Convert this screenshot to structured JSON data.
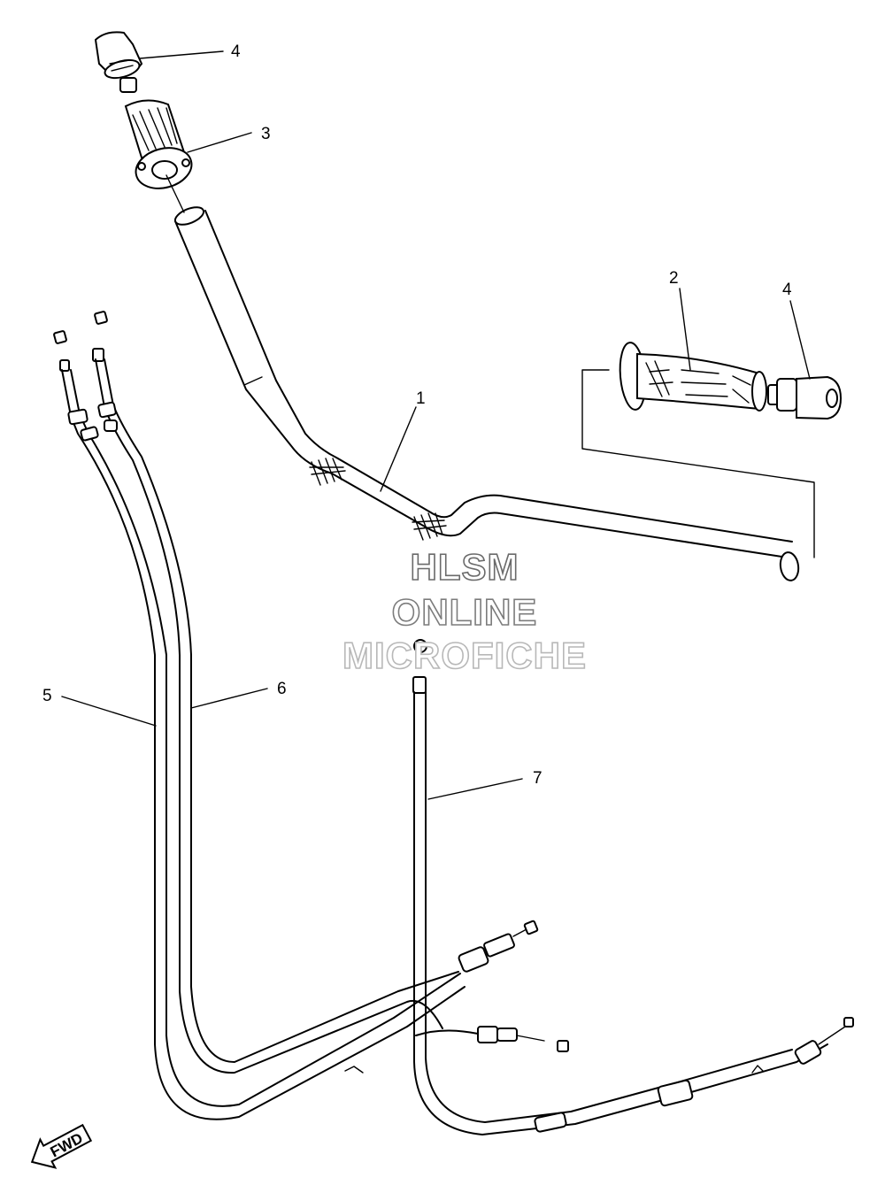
{
  "diagram": {
    "callouts": [
      {
        "id": "bar-end-left",
        "label": "4"
      },
      {
        "id": "grip-throttle",
        "label": "3"
      },
      {
        "id": "grip-right",
        "label": "2"
      },
      {
        "id": "bar-end-right",
        "label": "4"
      },
      {
        "id": "handlebar",
        "label": "1"
      },
      {
        "id": "cable-5",
        "label": "5"
      },
      {
        "id": "cable-6",
        "label": "6"
      },
      {
        "id": "cable-7",
        "label": "7"
      }
    ],
    "fwd_label": "FWD"
  },
  "watermark": {
    "line1": "HLSM",
    "line2": "ONLINE",
    "line3": "MICROFICHE"
  }
}
